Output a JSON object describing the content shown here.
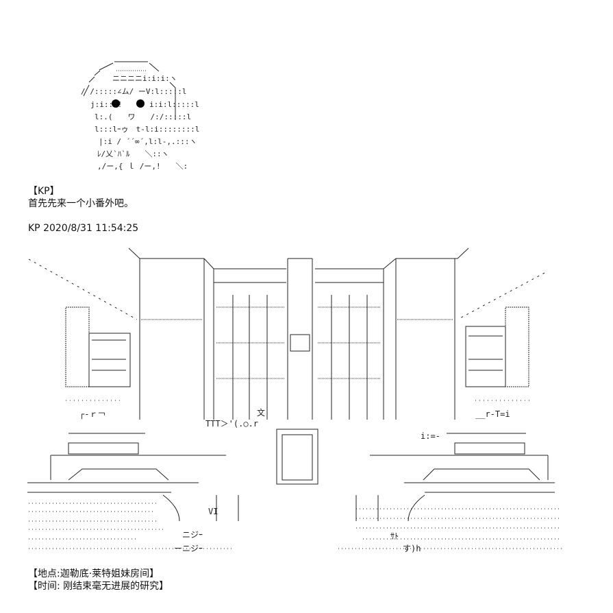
{
  "speaker_tag": "【KP】",
  "dialogue": "首先先来一个小番外吧。",
  "timestamp": "KP 2020/8/31 11:54:25",
  "location_tag": "【地点:迦勒底·莱特姐妹房间】",
  "time_tag": "【时间: 刚结束毫无进展的研究】",
  "face_aa": {
    "line1": "ニニニニi:i:i:ヽ",
    "line2": "/ /:::::∠ム/ ーV:l:::::l",
    "line3": "j:i::.!",
    "line4": "i:i:l:::::l",
    "line5": "l:.(　　ワ　　/:/:::::l",
    "line6": "l:::lｰゥ　t-l:i::::::::l",
    "line7": "|:i / ´´∞´,l:l-,.:::ヽ",
    "line8": "ﾚ/乂`ﾊ`ﾙ　　＼::ヽ",
    "line9": ",/ー,{ ｌ /ー,!　　＼:"
  },
  "scene_aa": {
    "kanji_mark": "文",
    "ttt_mark": "TTT＞'(.○.r",
    "vi_mark": "VI",
    "nijo_left": "ニジｰ",
    "nijo_left2": "ーニジｰ",
    "suto_right": "ｻﾄ",
    "sutoh_right": "す)h",
    "eq_right": "i:=-",
    "door_left": "┌‐ｒ￢",
    "door_right": "__r-T=i"
  }
}
